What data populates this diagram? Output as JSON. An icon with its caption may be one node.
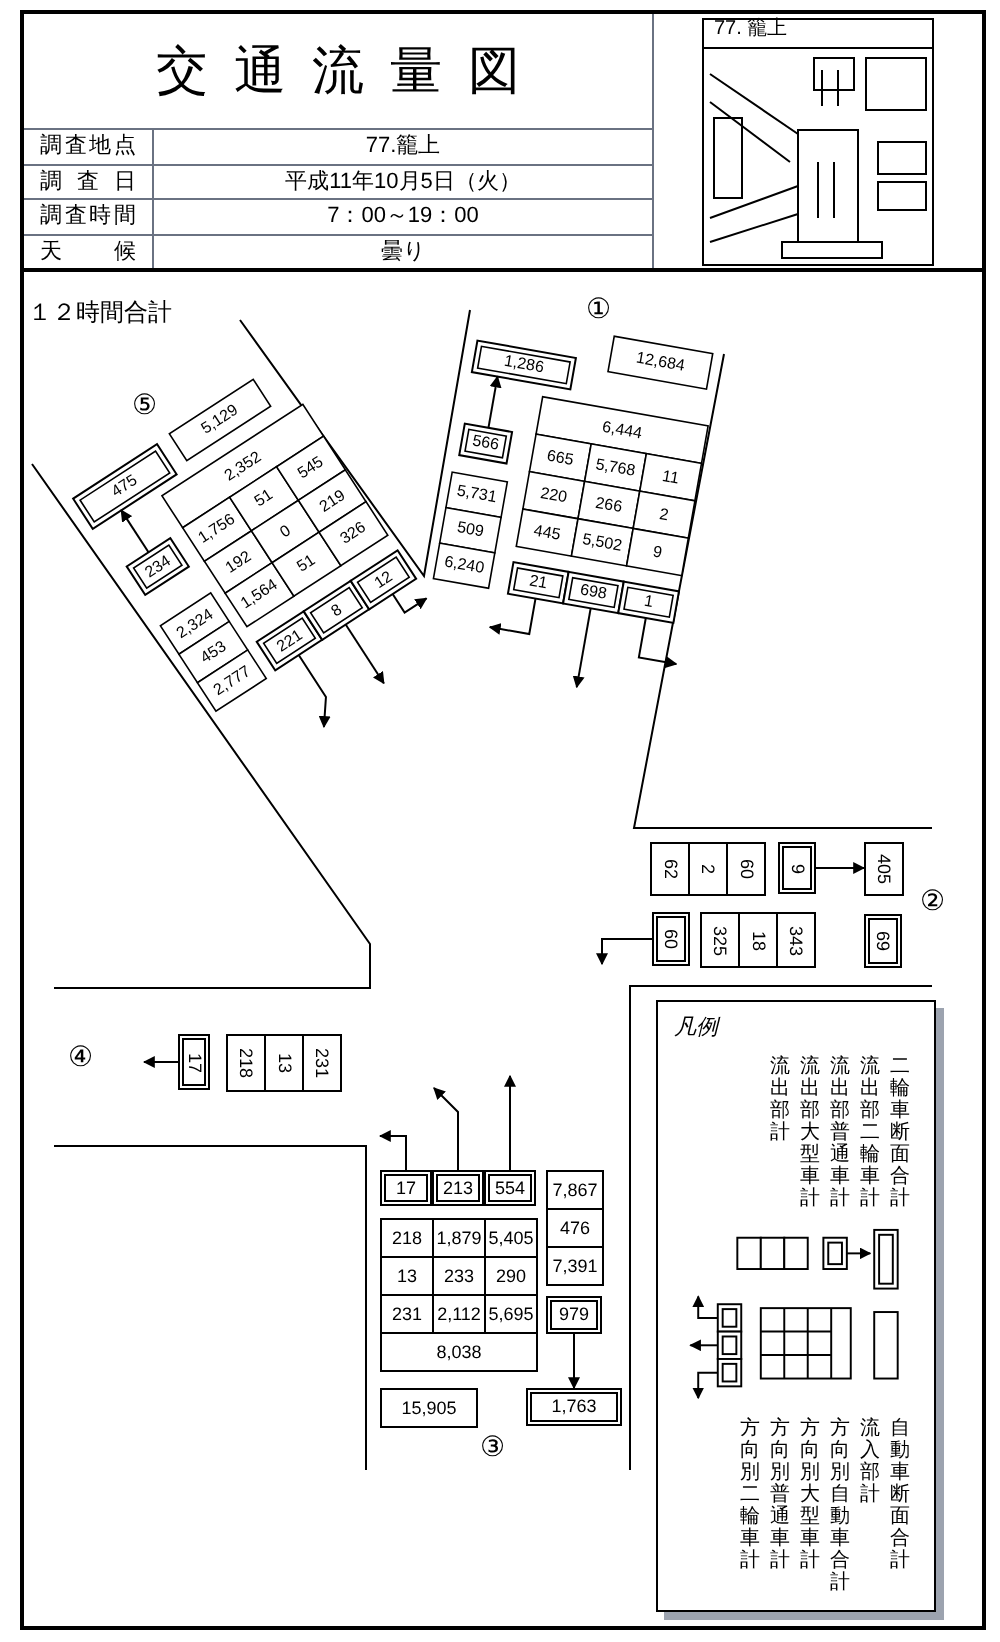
{
  "diagram": {
    "title": "交通流量図",
    "nodes": [
      {
        "text": [
          "5,129"
        ]
      },
      {
        "text": [
          "475"
        ]
      },
      {
        "text": [
          "2,352"
        ]
      },
      {
        "text": [
          "1,756"
        ]
      },
      {
        "text": [
          "51"
        ]
      },
      {
        "text": [
          "545"
        ]
      },
      {
        "text": [
          "234"
        ]
      },
      {
        "text": [
          "192"
        ]
      },
      {
        "text": [
          "0"
        ]
      },
      {
        "text": [
          "219"
        ]
      },
      {
        "text": [
          "2,324"
        ]
      },
      {
        "text": [
          "1,564"
        ]
      },
      {
        "text": [
          "51"
        ]
      },
      {
        "text": [
          "326"
        ]
      },
      {
        "text": [
          "453"
        ]
      },
      {
        "text": [
          "2,777"
        ]
      },
      {
        "text": [
          "221"
        ]
      },
      {
        "text": [
          "8"
        ]
      },
      {
        "text": [
          "12"
        ]
      },
      {
        "text": [
          "1,286"
        ]
      },
      {
        "text": [
          "12,684"
        ]
      },
      {
        "text": [
          "566"
        ]
      },
      {
        "text": [
          "6,444"
        ]
      },
      {
        "text": [
          "665"
        ]
      },
      {
        "text": [
          "5,768"
        ]
      },
      {
        "text": [
          "11"
        ]
      },
      {
        "text": [
          "5,731"
        ]
      },
      {
        "text": [
          "220"
        ]
      },
      {
        "text": [
          "266"
        ]
      },
      {
        "text": [
          "2"
        ]
      },
      {
        "text": [
          "509"
        ]
      },
      {
        "text": [
          "445"
        ]
      },
      {
        "text": [
          "5,502"
        ]
      },
      {
        "text": [
          "9"
        ]
      },
      {
        "text": [
          "6,240"
        ]
      },
      {
        "text": [
          "21"
        ]
      },
      {
        "text": [
          "698"
        ]
      },
      {
        "text": [
          "1"
        ]
      },
      {
        "text": [
          "62"
        ]
      },
      {
        "text": [
          "2"
        ]
      },
      {
        "text": [
          "60"
        ]
      },
      {
        "text": [
          "9"
        ]
      },
      {
        "text": [
          "405"
        ]
      },
      {
        "text": [
          "60"
        ]
      },
      {
        "text": [
          "325"
        ]
      },
      {
        "text": [
          "18"
        ]
      },
      {
        "text": [
          "343"
        ]
      },
      {
        "text": [
          "69"
        ]
      },
      {
        "text": [
          "17"
        ]
      },
      {
        "text": [
          "218"
        ]
      },
      {
        "text": [
          "13"
        ]
      },
      {
        "text": [
          "231"
        ]
      },
      {
        "text": [
          "17"
        ]
      },
      {
        "text": [
          "213"
        ]
      },
      {
        "text": [
          "554"
        ]
      },
      {
        "text": [
          "7,867"
        ]
      },
      {
        "text": [
          "218"
        ]
      },
      {
        "text": [
          "1,879"
        ]
      },
      {
        "text": [
          "5,405"
        ]
      },
      {
        "text": [
          "476"
        ]
      },
      {
        "text": [
          "13"
        ]
      },
      {
        "text": [
          "233"
        ]
      },
      {
        "text": [
          "290"
        ]
      },
      {
        "text": [
          "7,391"
        ]
      },
      {
        "text": [
          "231"
        ]
      },
      {
        "text": [
          "2,112"
        ]
      },
      {
        "text": [
          "5,695"
        ]
      },
      {
        "text": [
          "979"
        ]
      },
      {
        "text": [
          "8,038"
        ]
      },
      {
        "text": [
          "15,905"
        ]
      },
      {
        "text": [
          "1,763"
        ]
      }
    ],
    "edges": [
      {
        "from": 6,
        "to": 1,
        "arrow": "to"
      },
      {
        "from": 16,
        "to": null,
        "arrow": "to"
      },
      {
        "from": 17,
        "to": null,
        "arrow": "to"
      },
      {
        "from": 18,
        "to": null,
        "arrow": "to"
      },
      {
        "from": 21,
        "to": 19,
        "arrow": "to"
      },
      {
        "from": 35,
        "to": null,
        "arrow": "to"
      },
      {
        "from": 36,
        "to": null,
        "arrow": "to"
      },
      {
        "from": 37,
        "to": null,
        "arrow": "to"
      },
      {
        "from": 41,
        "to": 42,
        "arrow": "to"
      },
      {
        "from": 43,
        "to": null,
        "arrow": "to"
      },
      {
        "from": 48,
        "to": null,
        "arrow": "to"
      },
      {
        "from": 52,
        "to": null,
        "arrow": "to"
      },
      {
        "from": 53,
        "to": null,
        "arrow": "to"
      },
      {
        "from": 54,
        "to": null,
        "arrow": "to"
      },
      {
        "from": 67,
        "to": 70,
        "arrow": "to"
      }
    ],
    "labels": [
      "調査地点",
      "77.籠上",
      "調査日",
      "平成11年10月5日（火）",
      "調査時間",
      "7：00～19：00",
      "天候",
      "曇り",
      "77. 籠上",
      "１２時間合計",
      "①",
      "⑤",
      "②",
      "④",
      "③",
      "凡例"
    ],
    "legend": [
      {
        "text": "二輪車断面合計"
      },
      {
        "text": "流出部二輪車計"
      },
      {
        "text": "流出部普通車計"
      },
      {
        "text": "流出部大型車計"
      },
      {
        "text": "流出部計"
      },
      {
        "text": "自動車断面合計"
      },
      {
        "text": "流入部計"
      },
      {
        "text": "方向別自動車合計"
      },
      {
        "text": "方向別大型車計"
      },
      {
        "text": "方向別普通車計"
      },
      {
        "text": "方向別二輪車計"
      }
    ]
  }
}
